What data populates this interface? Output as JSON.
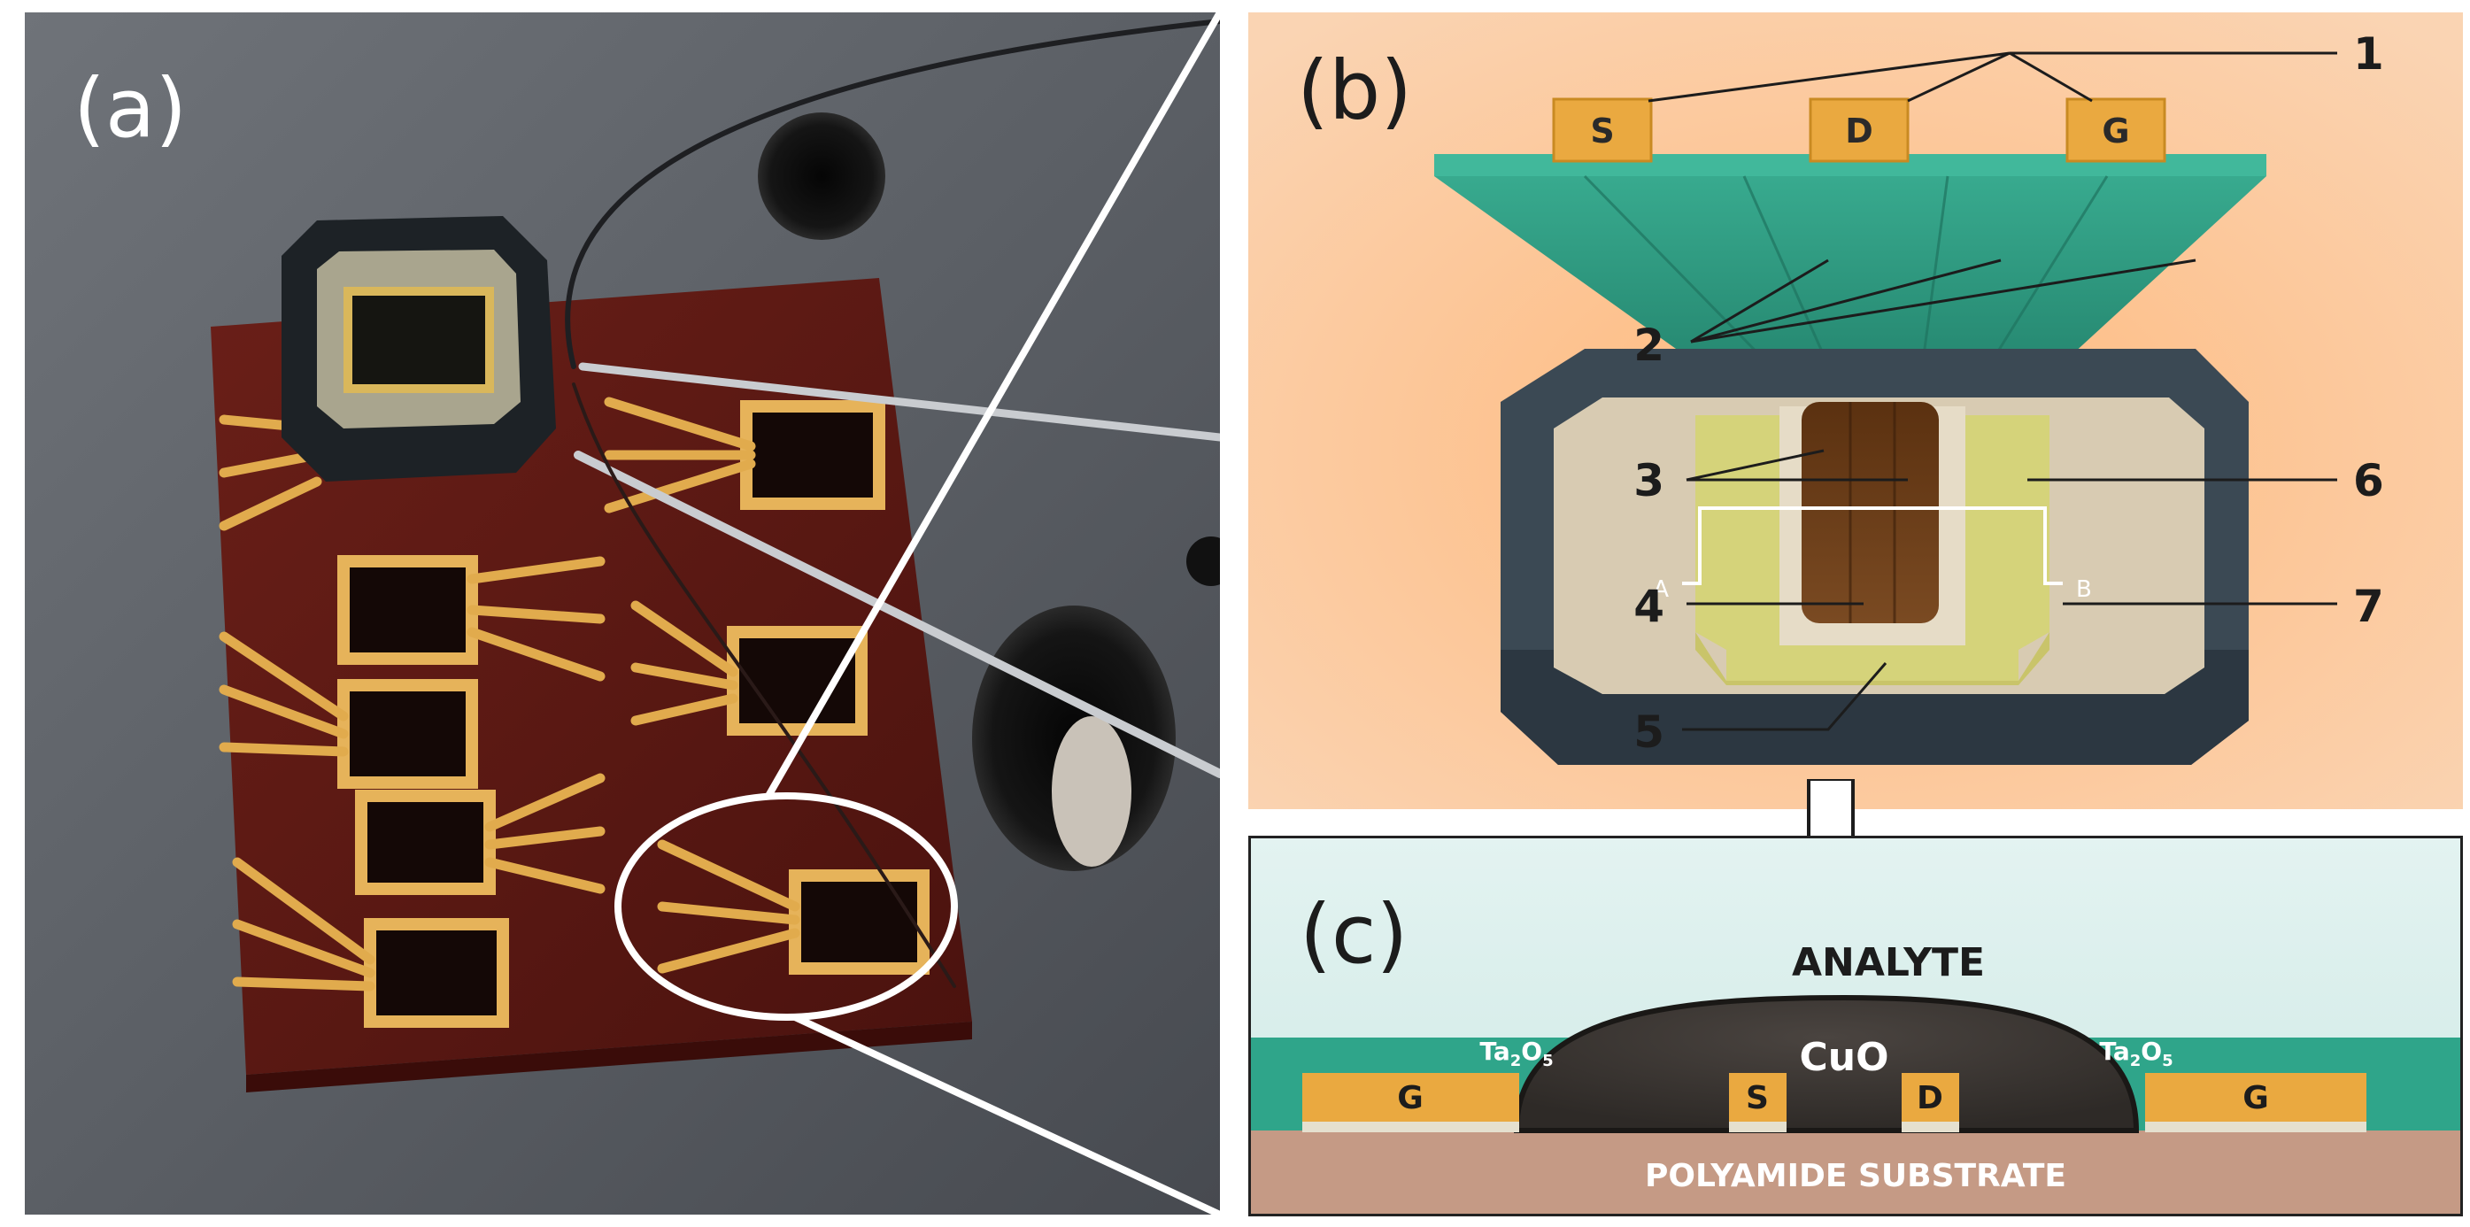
{
  "panels": {
    "a": {
      "label": "(a)"
    },
    "b": {
      "label": "(b)",
      "pads": [
        "S",
        "D",
        "G"
      ],
      "callouts": [
        "1",
        "2",
        "3",
        "4",
        "5",
        "6",
        "7"
      ],
      "section_marks": [
        "A",
        "B"
      ]
    },
    "c": {
      "label": "(c)",
      "analyte": "ANALYTE",
      "cuo": "CuO",
      "ta2o5": {
        "base": "Ta",
        "sub1": "2",
        "mid": "O",
        "sub2": "5"
      },
      "electrodes": [
        "G",
        "S",
        "D",
        "G"
      ],
      "substrate": "POLYAMIDE SUBSTRATE"
    }
  },
  "colors": {
    "background_b": "#fbc89e",
    "gold_pad": "#eaa940",
    "green_lead": "#2fa58a",
    "frame": "#2e3a44",
    "chip_brown": "#5a1a14",
    "gray_backdrop": "#5a5e64",
    "analyte": "#dcefed",
    "substrate": "#c89880"
  }
}
